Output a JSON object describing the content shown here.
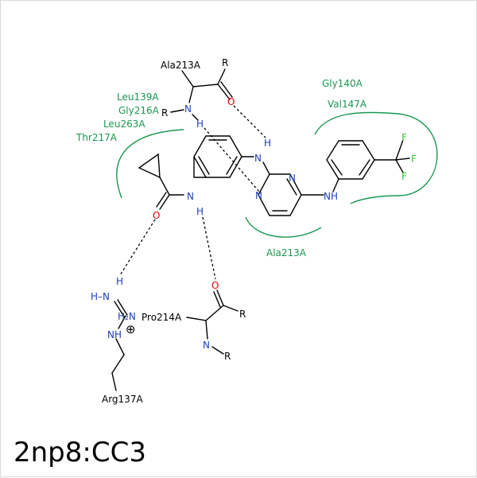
{
  "title": "2np8:CC3",
  "residues": {
    "ala213_top": "Ala213A",
    "leu139": "Leu139A",
    "gly216": "Gly216A",
    "leu263": "Leu263A",
    "thr217": "Thr217A",
    "gly140": "Gly140A",
    "val147": "Val147A",
    "ala213_bottom": "Ala213A",
    "pro214": "Pro214A",
    "arg137": "Arg137A"
  },
  "atoms": {
    "R": "R",
    "N": "N",
    "O": "O",
    "H": "H",
    "NH": "NH",
    "HN": "H–N",
    "H2N": "H₂N",
    "F": "F",
    "plus": "⊕"
  },
  "colors": {
    "nitrogen": "#1f3fbf",
    "oxygen": "#e00000",
    "fluorine": "#33cc33",
    "pocket": "#1a9850",
    "bond": "#000000"
  }
}
